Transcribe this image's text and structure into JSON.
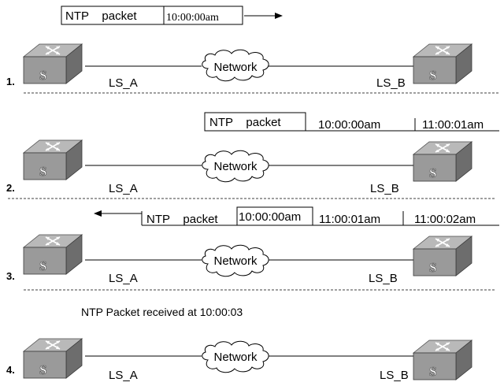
{
  "steps": [
    {
      "number": "1.",
      "left_label": "LS_A",
      "right_label": "LS_B",
      "network_label": "Network",
      "packet_label": "NTP    packet",
      "timestamps": [
        "10:00:00am"
      ],
      "arrow": "right"
    },
    {
      "number": "2.",
      "left_label": "LS_A",
      "right_label": "LS_B",
      "network_label": "Network",
      "packet_label": "NTP    packet",
      "timestamps": [
        "10:00:00am",
        "11:00:01am"
      ],
      "arrow": "none"
    },
    {
      "number": "3.",
      "left_label": "LS_A",
      "right_label": "LS_B",
      "network_label": "Network",
      "packet_label": "NTP    packet",
      "timestamps": [
        "10:00:00am",
        "11:00:01am",
        "11:00:02am"
      ],
      "arrow": "left"
    },
    {
      "number": "4.",
      "left_label": "LS_A",
      "right_label": "LS_B",
      "network_label": "Network"
    }
  ],
  "received_note": "NTP Packet received at 10:00:03",
  "switch_letter": "S"
}
